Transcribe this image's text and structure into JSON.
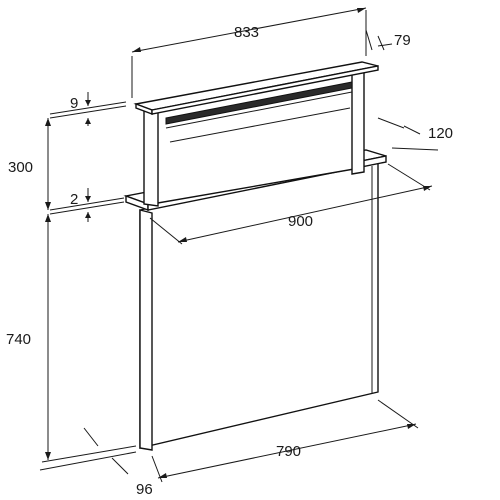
{
  "diagram": {
    "dimensions": {
      "top_width": "833",
      "top_depth": "79",
      "lid_thickness": "9",
      "raised_height": "300",
      "collar_thickness": "2",
      "collar_depth": "120",
      "collar_width": "900",
      "body_height": "740",
      "body_width": "790",
      "body_depth": "96"
    },
    "colors": {
      "line": "#1a1a1a",
      "background": "#ffffff"
    }
  }
}
